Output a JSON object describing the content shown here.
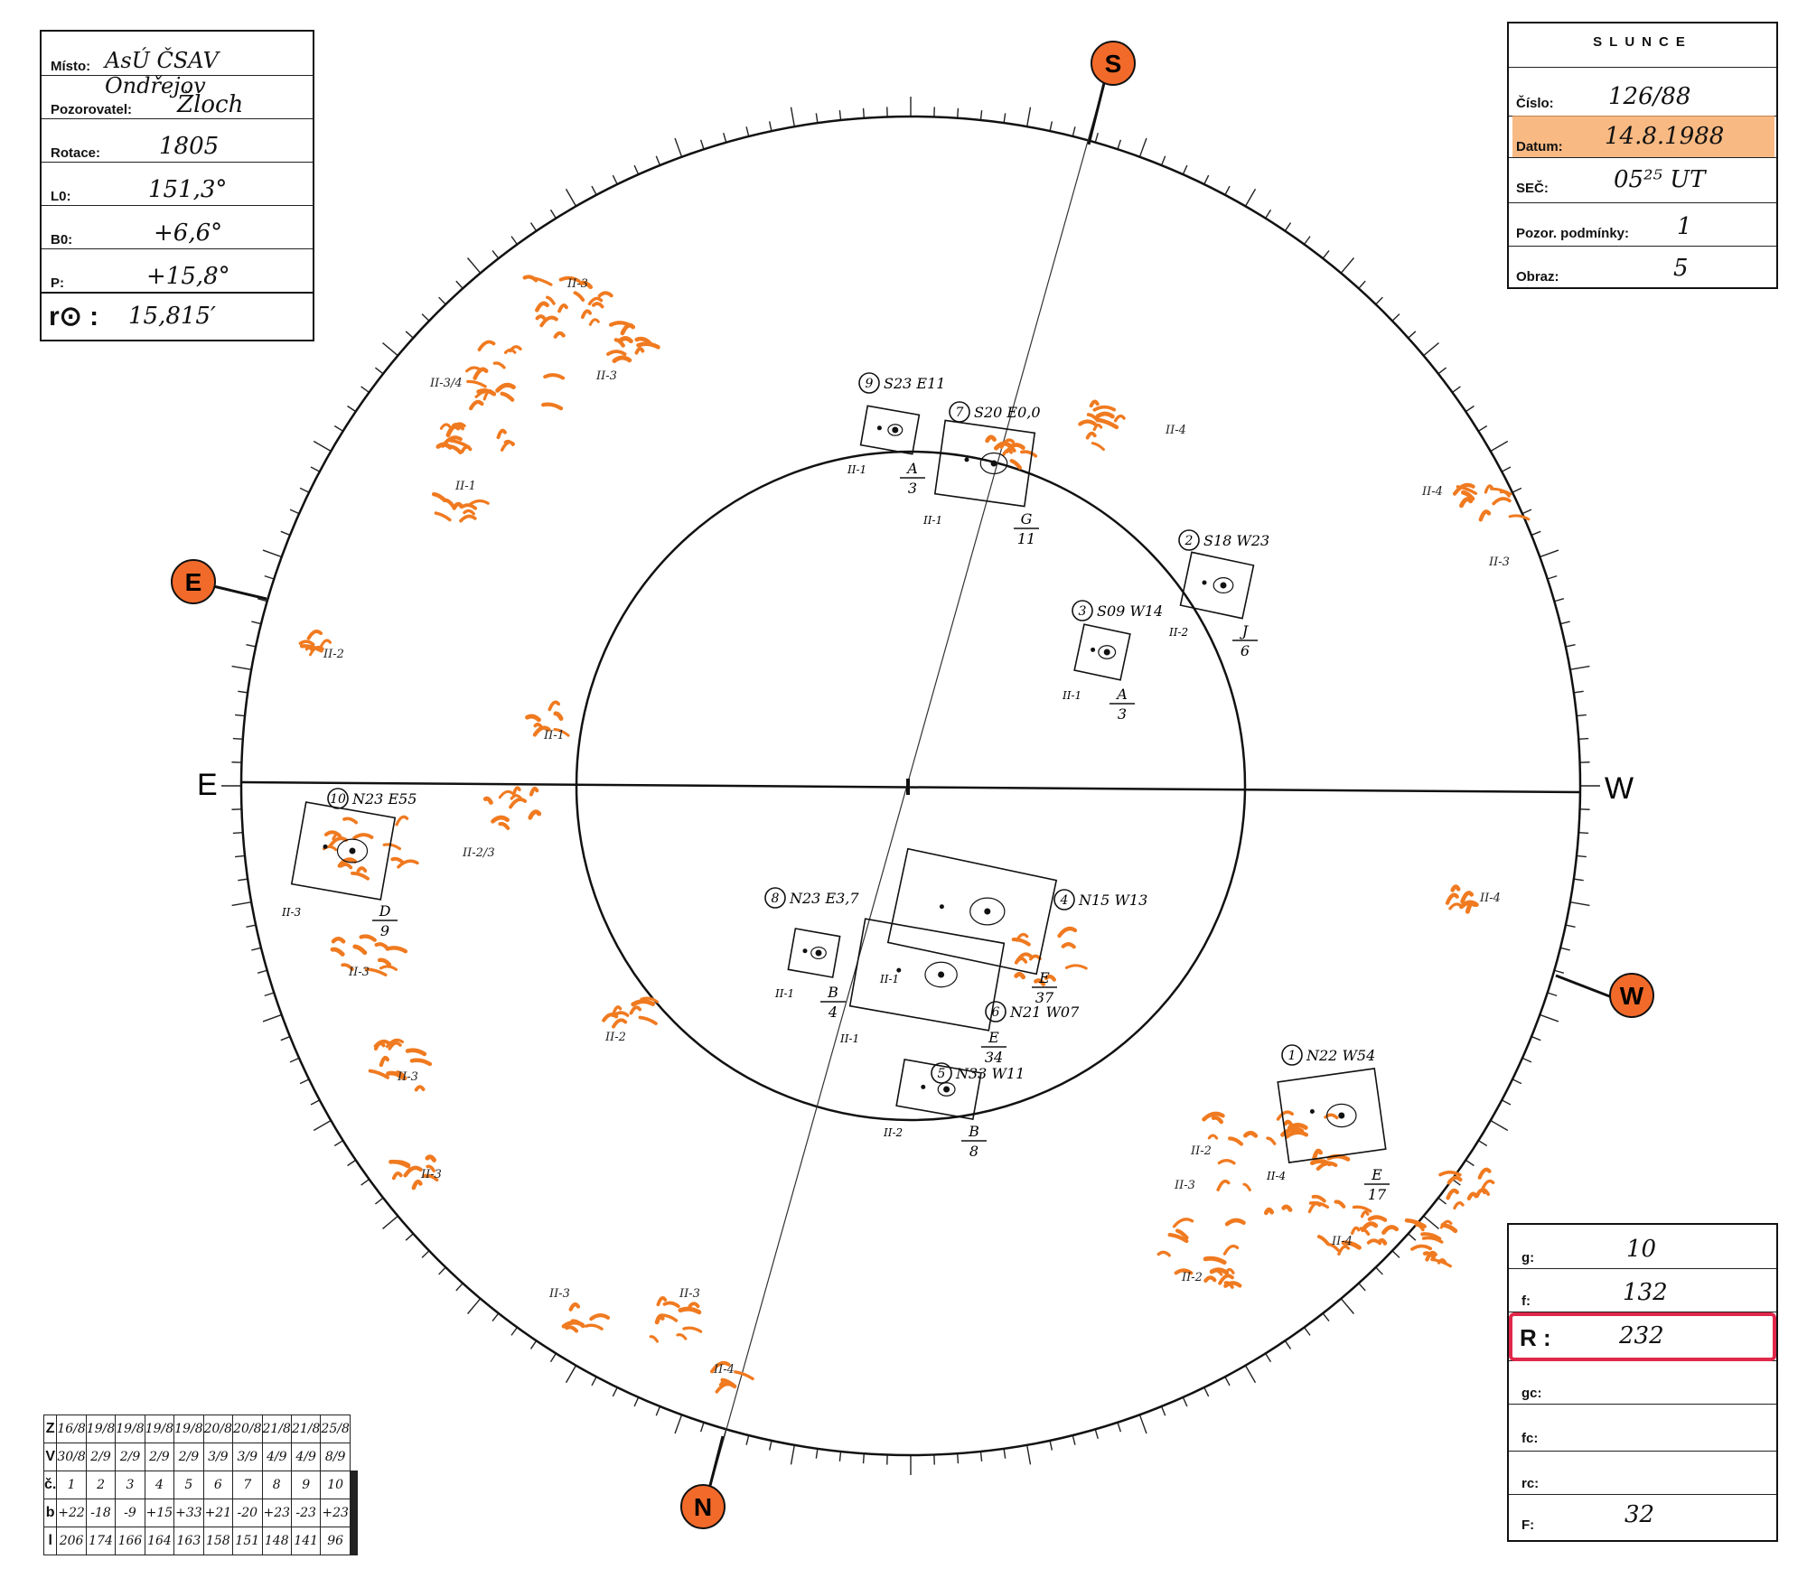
{
  "left_box": {
    "rows": [
      {
        "label": "Místo:",
        "value": "AsÚ ČSAV Ondřejov"
      },
      {
        "label": "Pozorovatel:",
        "value": "Žloch"
      },
      {
        "label": "Rotace:",
        "value": "1805"
      },
      {
        "label": "L0:",
        "value": "151,3°"
      },
      {
        "label": "B0:",
        "value": "+6,6°"
      },
      {
        "label": "P:",
        "value": "+15,8°"
      }
    ],
    "r0_label": "r⊙ :",
    "r0_value": "15,815′"
  },
  "right_box": {
    "title": "SLUNCE",
    "rows": [
      {
        "label": "Číslo:",
        "value": "126/88"
      },
      {
        "label": "Datum:",
        "value": "14.8.1988"
      },
      {
        "label": "SEČ:",
        "value": "05²⁵ UT"
      },
      {
        "label": "Pozor. podmínky:",
        "value": "1"
      },
      {
        "label": "Obraz:",
        "value": "5"
      }
    ]
  },
  "stats_box": {
    "rows": [
      {
        "label": "g:",
        "value": "10"
      },
      {
        "label": "f:",
        "value": "132"
      },
      {
        "label": "R :",
        "value": "232"
      },
      {
        "label": "gc:",
        "value": ""
      },
      {
        "label": "fc:",
        "value": ""
      },
      {
        "label": "rc:",
        "value": ""
      },
      {
        "label": "F:",
        "value": "32"
      }
    ]
  },
  "compass": {
    "S": "S",
    "N": "N",
    "E": "E",
    "W": "W",
    "E_axis": "E",
    "W_axis": "W"
  },
  "colors": {
    "orange": "#f07a20",
    "marker": "#f26a2a",
    "red_box": "#e0284a",
    "highlight": "#f5a25a"
  },
  "groups": [
    {
      "num": "1",
      "coord": "N22 W54",
      "class": "E",
      "count": "17",
      "type": "II-4"
    },
    {
      "num": "2",
      "coord": "S18 W23",
      "class": "J",
      "count": "6",
      "type": "II-2"
    },
    {
      "num": "3",
      "coord": "S09 W14",
      "class": "A",
      "count": "3",
      "type": "II-1"
    },
    {
      "num": "4",
      "coord": "N15 W13",
      "class": "E",
      "count": "37",
      "type": "II-1"
    },
    {
      "num": "5",
      "coord": "N33 W11",
      "class": "B",
      "count": "8",
      "type": "II-2"
    },
    {
      "num": "6",
      "coord": "N21 W07",
      "class": "E",
      "count": "34",
      "type": "II-1"
    },
    {
      "num": "7",
      "coord": "S20 E0,0",
      "class": "G",
      "count": "11",
      "type": "II-1"
    },
    {
      "num": "8",
      "coord": "N23 E3,7",
      "class": "B",
      "count": "4",
      "type": "II-1"
    },
    {
      "num": "9",
      "coord": "S23 E11",
      "class": "A",
      "count": "3",
      "type": "II-1"
    },
    {
      "num": "10",
      "coord": "N23 E55",
      "class": "D",
      "count": "9",
      "type": "II-3"
    }
  ],
  "faculae": [
    "II-3",
    "II-3",
    "II-3/4",
    "II-1",
    "II-2",
    "II-1",
    "II-4",
    "II-2/3",
    "II-3",
    "II-2",
    "II-3",
    "II-3",
    "II-3",
    "II-3",
    "II-4",
    "II-2",
    "II-4",
    "II-3",
    "II-4",
    "II-3",
    "II-2",
    "II-4"
  ],
  "bottom_table": {
    "z_label": "Z",
    "v_label": "V",
    "c_label": "č.",
    "b_label": "b",
    "l_label": "l",
    "z": [
      "16/8",
      "19/8",
      "19/8",
      "19/8",
      "19/8",
      "20/8",
      "20/8",
      "21/8",
      "21/8",
      "25/8"
    ],
    "v": [
      "30/8",
      "2/9",
      "2/9",
      "2/9",
      "2/9",
      "3/9",
      "3/9",
      "4/9",
      "4/9",
      "8/9"
    ],
    "c": [
      "1",
      "2",
      "3",
      "4",
      "5",
      "6",
      "7",
      "8",
      "9",
      "10"
    ],
    "b": [
      "+22",
      "-18",
      "-9",
      "+15",
      "+33",
      "+21",
      "-20",
      "+23",
      "-23",
      "+23"
    ],
    "l": [
      "206",
      "174",
      "166",
      "164",
      "163",
      "158",
      "151",
      "148",
      "141",
      "96"
    ]
  }
}
